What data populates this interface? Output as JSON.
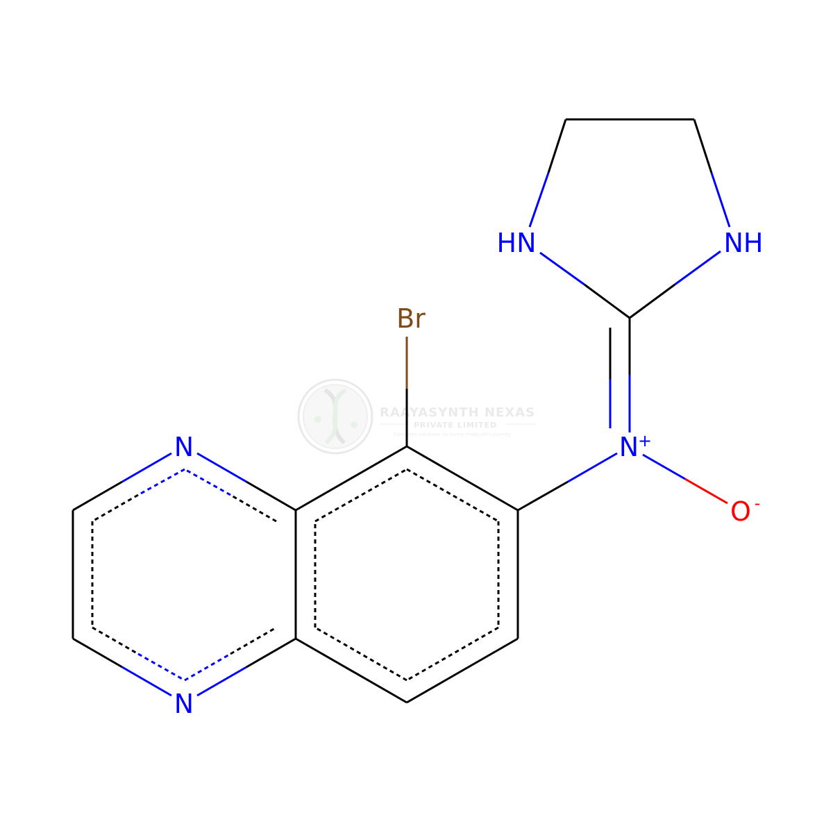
{
  "colors": {
    "carbon_bond": "#000000",
    "nitrogen": "#0000ff",
    "oxygen": "#ff0000",
    "bromine": "#7f4c19",
    "watermark": "#d9d9d9"
  },
  "atoms": {
    "br": "Br",
    "n_imine": "N",
    "n_imine_charge": "+",
    "o_oxide": "O",
    "o_oxide_charge": "-",
    "hn_left": "HN",
    "nh_right": "NH",
    "n_top": "N",
    "n_bottom": "N"
  },
  "watermark": {
    "title": "RAAYASYNTH NEXAS",
    "subtitle": "PRIVATE LIMITED",
    "tagline": "Complete solutions for every molecule's journey",
    "icon": "dna-helix-logo"
  }
}
